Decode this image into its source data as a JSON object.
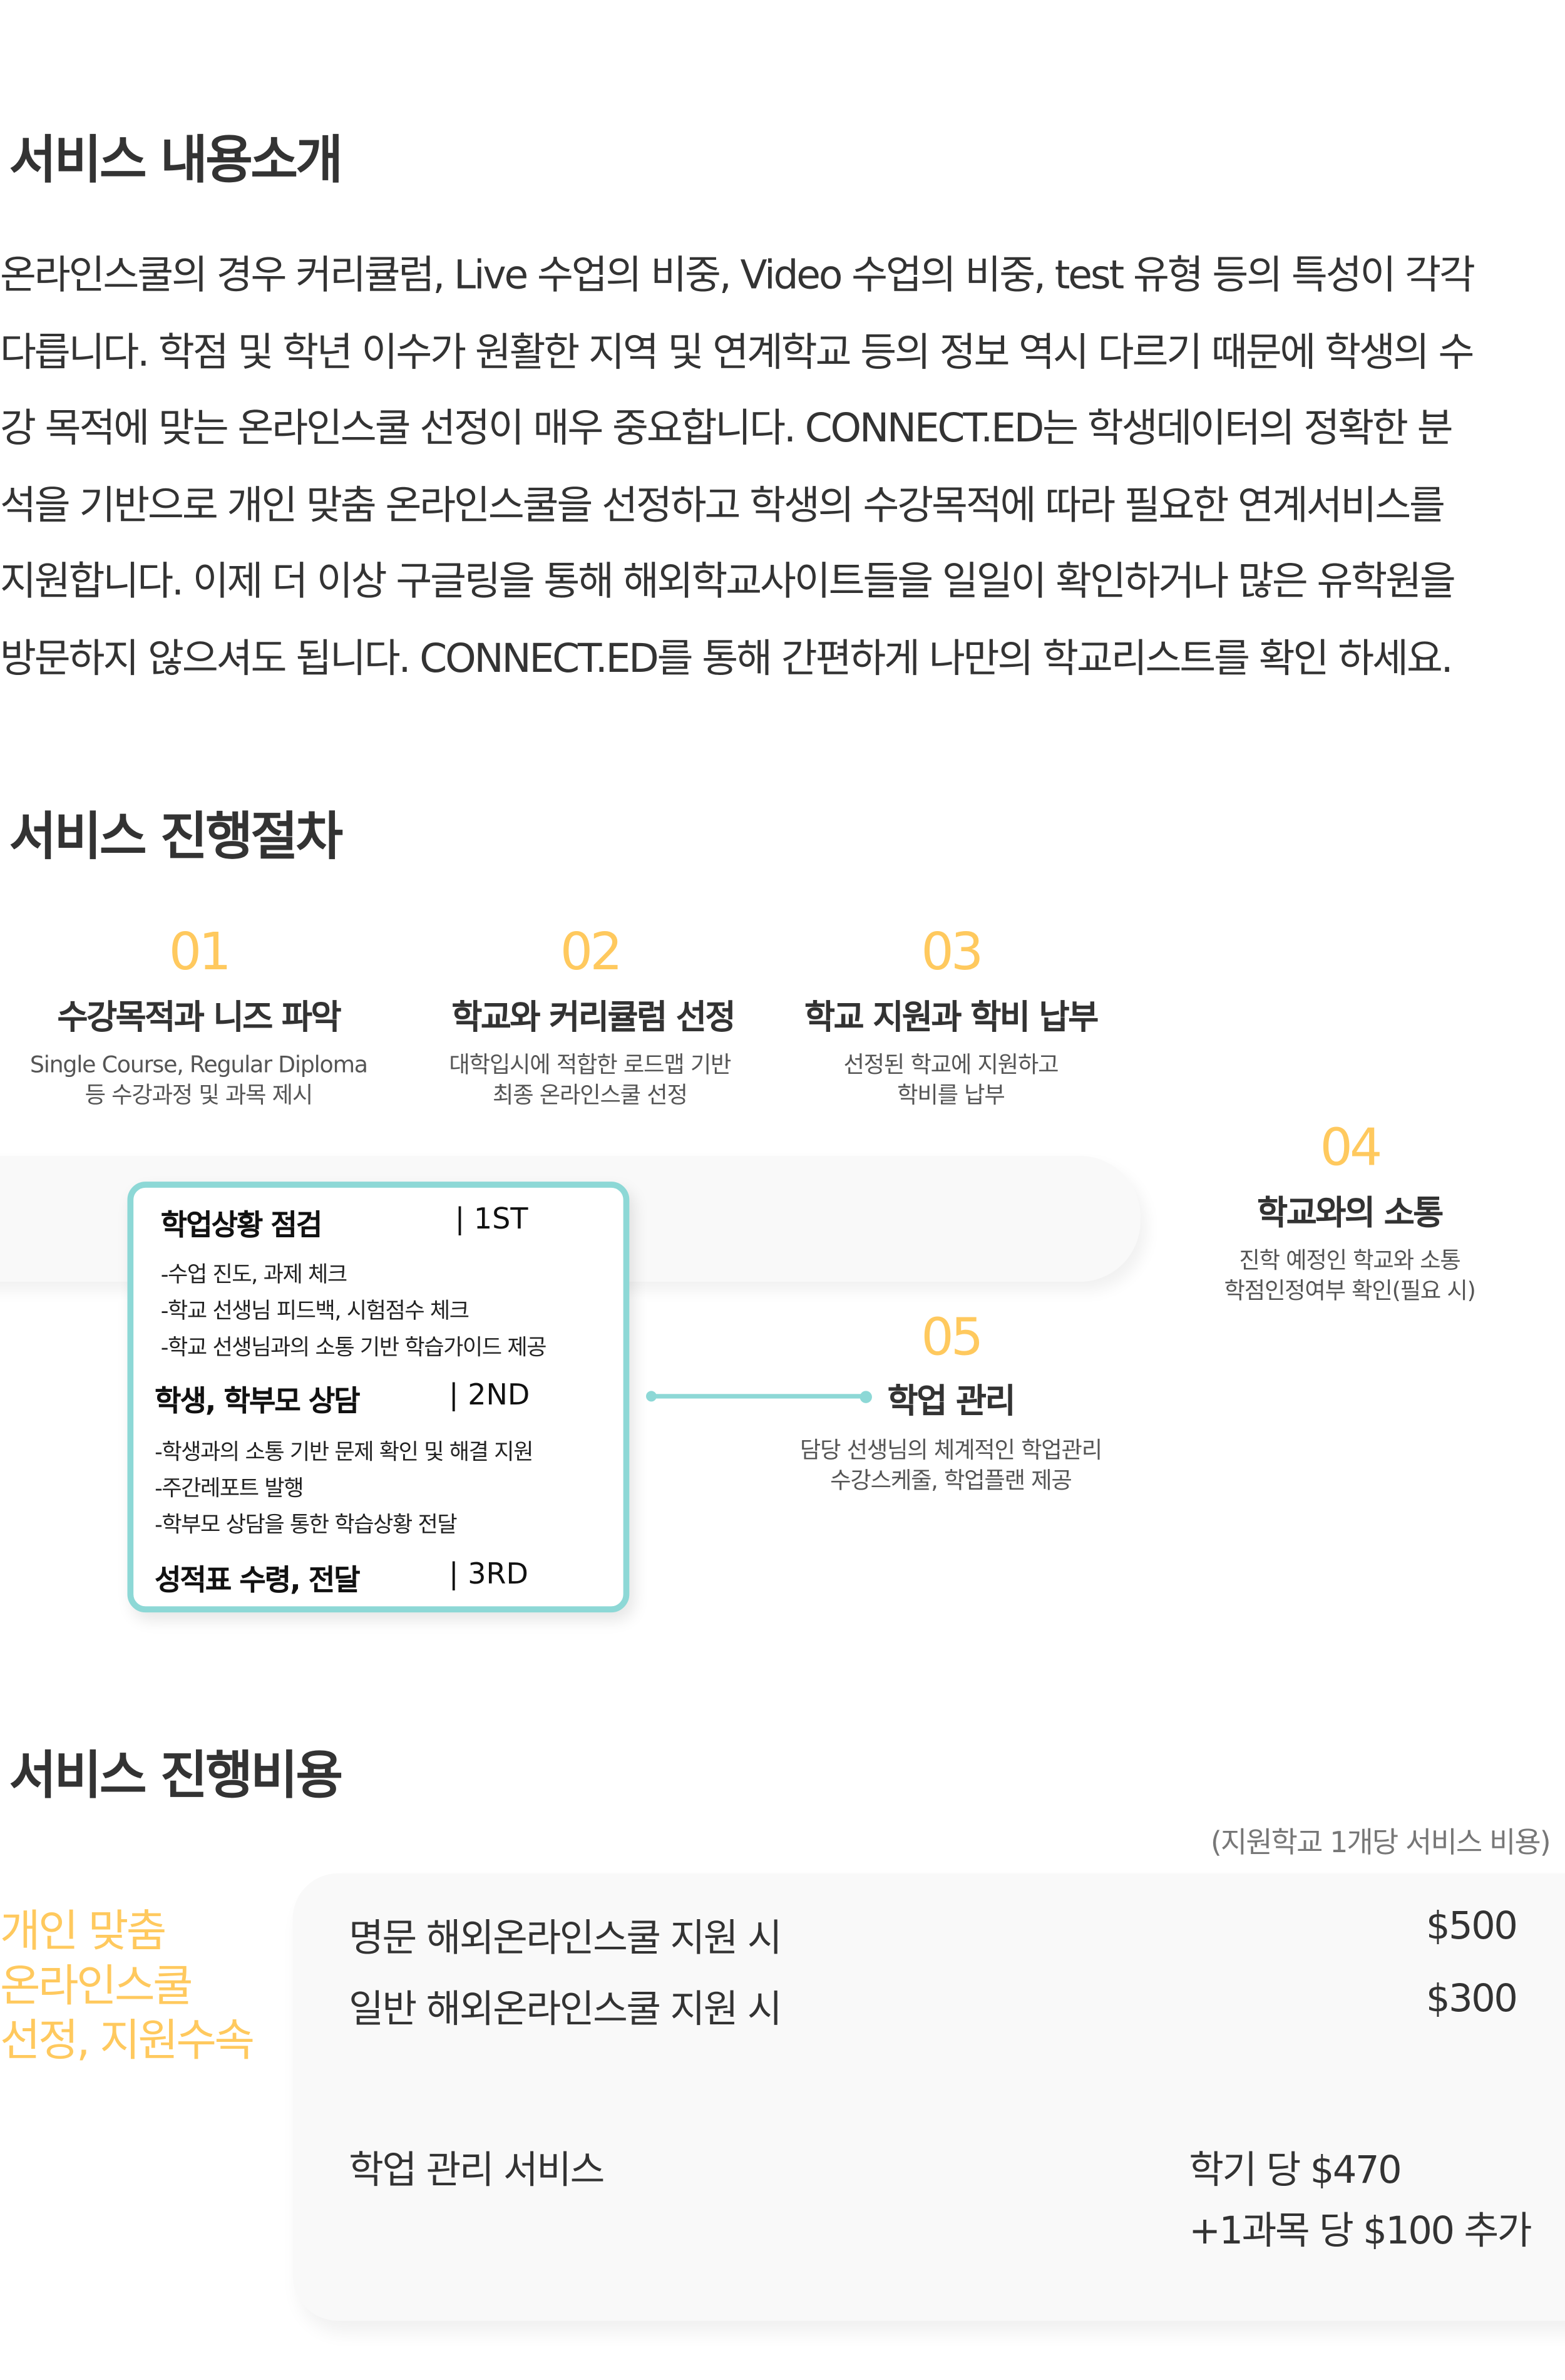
{
  "intro": {
    "heading": "서비스 내용소개",
    "lines": [
      "온라인스쿨의 경우 커리큘럼, Live 수업의 비중, Video 수업의 비중, test 유형 등의 특성이 각각",
      "다릅니다. 학점 및 학년 이수가 원활한 지역 및 연계학교 등의 정보 역시 다르기 때문에 학생의 수",
      "강 목적에 맞는 온라인스쿨 선정이 매우 중요합니다. CONNECT.ED는 학생데이터의 정확한 분",
      "석을 기반으로 개인 맞춤 온라인스쿨을 선정하고 학생의 수강목적에 따라 필요한 연계서비스를",
      "지원합니다. 이제 더 이상 구글링을 통해 해외학교사이트들을 일일이 확인하거나 많은 유학원을",
      "방문하지 않으셔도 됩니다. CONNECT.ED를 통해 간편하게 나만의 학교리스트를 확인 하세요."
    ]
  },
  "process": {
    "heading": "서비스 진행절차",
    "steps": [
      {
        "num": "01",
        "title": "수강목적과 니즈 파악",
        "desc": [
          "Single Course, Regular Diploma",
          "등 수강과정 및 과목 제시"
        ]
      },
      {
        "num": "02",
        "title": "학교와 커리큘럼 선정",
        "desc": [
          "대학입시에 적합한 로드맵 기반",
          "최종 온라인스쿨 선정"
        ]
      },
      {
        "num": "03",
        "title": "학교 지원과 학비 납부",
        "desc": [
          "선정된 학교에 지원하고",
          "학비를 납부"
        ]
      },
      {
        "num": "04",
        "title": "학교와의 소통",
        "desc": [
          "진학 예정인 학교와 소통",
          "학점인정여부 확인(필요 시)"
        ]
      },
      {
        "num": "05",
        "title": "학업 관리",
        "desc": [
          "담당 선생님의 체계적인 학업관리",
          "수강스케줄, 학업플랜 제공"
        ]
      }
    ],
    "detail_box": {
      "sections": [
        {
          "title": "학업상황 점검",
          "order": "| 1ST",
          "items": [
            "-수업 진도, 과제 체크",
            "-학교 선생님 피드백, 시험점수 체크",
            "-학교 선생님과의 소통 기반 학습가이드 제공"
          ]
        },
        {
          "title": "학생, 학부모 상담",
          "order": "| 2ND",
          "items": [
            "-학생과의 소통 기반 문제 확인 및 해결 지원",
            "-주간레포트 발행",
            "-학부모 상담을 통한 학습상황 전달"
          ]
        },
        {
          "title": "성적표 수령, 전달",
          "order": "| 3RD",
          "items": []
        }
      ]
    }
  },
  "cost": {
    "heading": "서비스 진행비용",
    "note": "(지원학교 1개당 서비스 비용)",
    "category": [
      "개인 맞춤",
      "온라인스쿨",
      "선정, 지원수속"
    ],
    "rows": [
      {
        "label": "명문 해외온라인스쿨 지원 시",
        "price": "$500"
      },
      {
        "label": "일반 해외온라인스쿨 지원 시",
        "price": "$300"
      }
    ],
    "management": {
      "label": "학업 관리 서비스",
      "price_lines": [
        "학기 당 $470",
        "+1과목 당 $100 추가"
      ]
    }
  },
  "colors": {
    "accent": "#FFC95E",
    "teal": "#8DD8D6",
    "text": "#333333"
  }
}
